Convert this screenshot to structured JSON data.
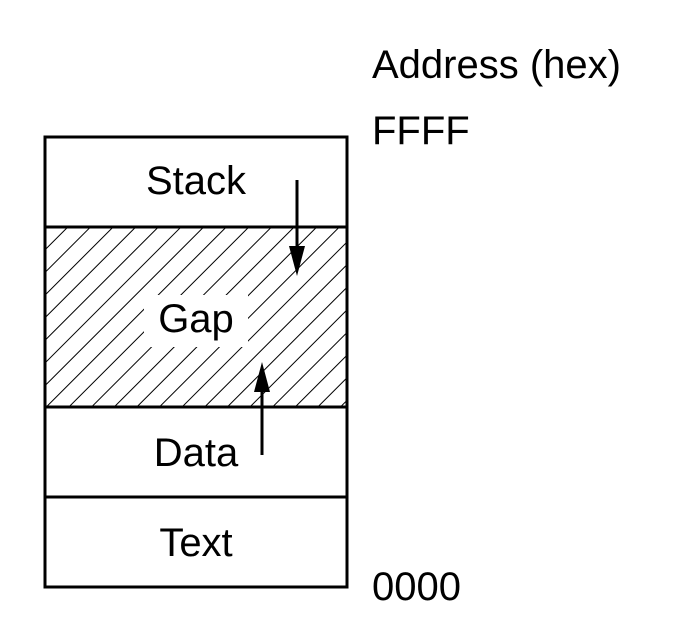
{
  "header": {
    "address_title": "Address (hex)"
  },
  "addresses": {
    "top": "FFFF",
    "bottom": "0000"
  },
  "segments": [
    {
      "name": "stack",
      "label": "Stack",
      "pattern": "solid"
    },
    {
      "name": "gap",
      "label": "Gap",
      "pattern": "hatched"
    },
    {
      "name": "data",
      "label": "Data",
      "pattern": "solid"
    },
    {
      "name": "text",
      "label": "Text",
      "pattern": "solid"
    }
  ],
  "colors": {
    "stroke": "#000000",
    "fill": "#ffffff",
    "hatch": "#000000"
  },
  "arrows": [
    {
      "name": "stack-growth-arrow",
      "direction": "down"
    },
    {
      "name": "data-growth-arrow",
      "direction": "up"
    }
  ]
}
